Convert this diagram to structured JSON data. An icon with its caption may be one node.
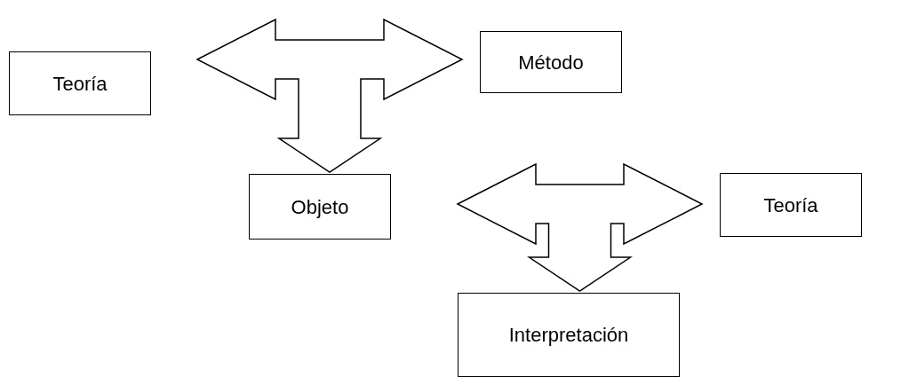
{
  "diagram": {
    "nodes": [
      {
        "text": [
          "Teoría"
        ]
      },
      {
        "text": [
          "Método"
        ]
      },
      {
        "text": [
          "Objeto"
        ]
      },
      {
        "text": [
          "Teoría"
        ]
      },
      {
        "text": [
          "Interpretación"
        ]
      }
    ],
    "edges": [
      {
        "from": 0,
        "to": 1,
        "arrow": "both"
      },
      {
        "from": null,
        "to": 2,
        "arrow": "to"
      },
      {
        "from": 2,
        "to": 3,
        "arrow": "both"
      },
      {
        "from": null,
        "to": 4,
        "arrow": "to"
      }
    ]
  }
}
